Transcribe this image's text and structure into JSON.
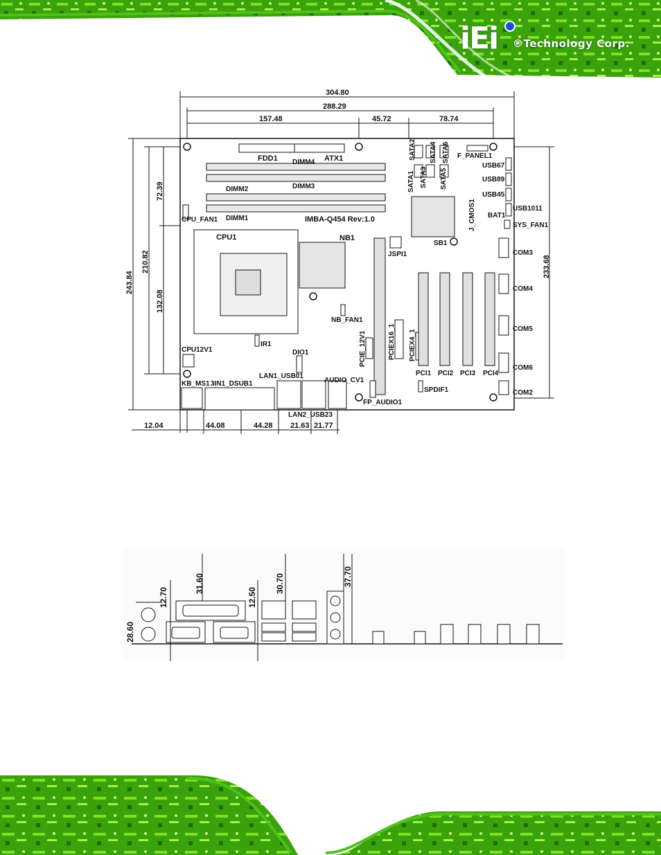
{
  "header": {
    "logo_mark": "iEi",
    "logo_text": "®Technology Corp."
  },
  "board_diagram": {
    "dimensions": {
      "overall_width": "304.80",
      "hole_span_width": "288.29",
      "segment_1": "157.48",
      "segment_2": "45.72",
      "segment_3": "78.74",
      "overall_height": "243.84",
      "left_height": "210.82",
      "upper_left_height": "72.39",
      "lower_left_height": "132.08",
      "right_height": "233.68",
      "bottom_offset": "12.04",
      "bottom_1": "44.08",
      "bottom_2": "44.28",
      "bottom_3": "21.63",
      "bottom_4": "21.77"
    },
    "labels": {
      "fdd1": "FDD1",
      "atx1": "ATX1",
      "dimm4": "DIMM4",
      "dimm3": "DIMM3",
      "dimm2": "DIMM2",
      "dimm1": "DIMM1",
      "model": "IMBA-Q454 Rev:1.0",
      "cpu_fan1": "CPU_FAN1",
      "cpu1": "CPU1",
      "nb1": "NB1",
      "nb_fan1": "NB_FAN1",
      "jspi1": "JSPI1",
      "ir1": "IR1",
      "dio1": "DIO1",
      "cpu12v1": "CPU12V1",
      "pcie_12v1": "PCIE_12V1",
      "pciex16_1": "PCIEX16_1",
      "pciex4_1": "PCIEX4_1",
      "pci1": "PCI1",
      "pci2": "PCI2",
      "pci3": "PCI3",
      "pci4": "PCI4",
      "spdif1": "SPDIF1",
      "fp_audio1": "FP_AUDIO1",
      "kb_ms1": "KB_MS1",
      "dsub1": "3IN1_DSUB1",
      "lan1_usb01": "LAN1_USB01",
      "lan2_usb23": "LAN2_USB23",
      "audio_cv1": "AUDIO_CV1",
      "sata1": "SATA1",
      "sata2": "SATA2",
      "sata3": "SATA3",
      "sata4": "SATA4",
      "sata5": "SATA5",
      "sata6": "SATA6",
      "f_panel1": "F_PANEL1",
      "usb67": "USB67",
      "usb89": "USB89",
      "usb45": "USB45",
      "usb1011": "USB1011",
      "j_cmos1": "J_CMOS1",
      "bat1": "BAT1",
      "sys_fan1": "SYS_FAN1",
      "sb1": "SB1",
      "com3": "COM3",
      "com4": "COM4",
      "com5": "COM5",
      "com6": "COM6",
      "com2": "COM2"
    }
  },
  "io_diagram": {
    "dimensions": {
      "d1": "28.60",
      "d2": "12.70",
      "d3": "31.60",
      "d4": "12.50",
      "d5": "30.70",
      "d6": "37.70"
    }
  }
}
